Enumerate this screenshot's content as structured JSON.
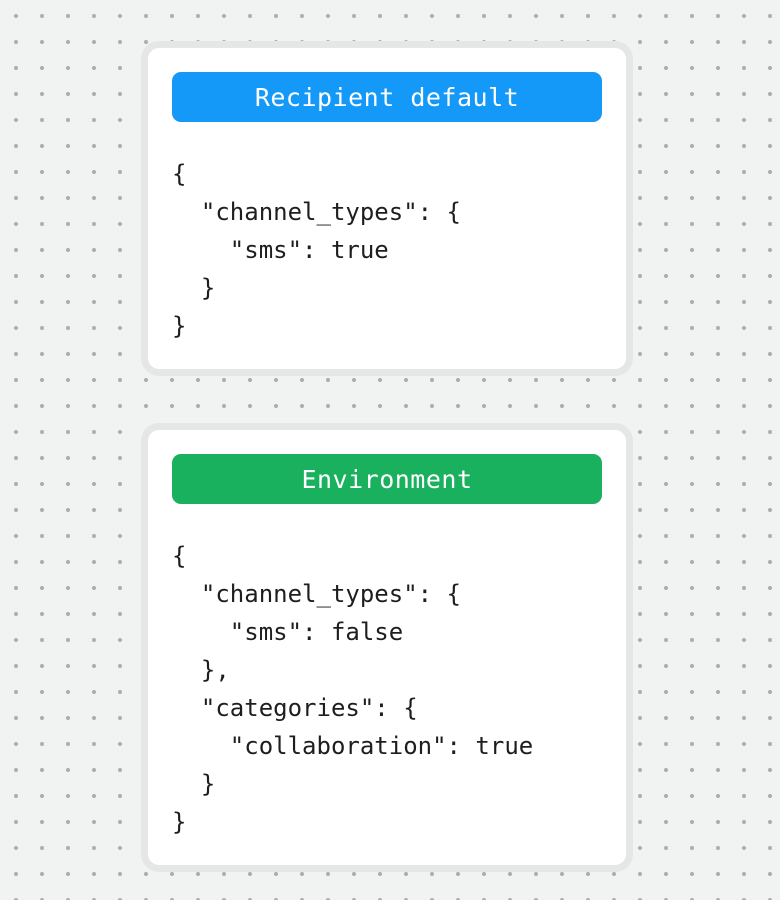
{
  "page": {
    "background_color": "#f1f2f2",
    "dot_color": "#aeaeae",
    "card_background": "#ffffff",
    "card_border_color": "#e5e6e6",
    "code_text_color": "#1e1e21"
  },
  "cards": [
    {
      "id": "recipient-default",
      "label": "Recipient default",
      "header_color": "#1499f8",
      "code_lines": [
        "{",
        "  \"channel_types\": {",
        "    \"sms\": true",
        "  }",
        "}"
      ]
    },
    {
      "id": "environment",
      "label": "Environment",
      "header_color": "#19b05e",
      "code_lines": [
        "{",
        "  \"channel_types\": {",
        "    \"sms\": false",
        "  },",
        "  \"categories\": {",
        "    \"collaboration\": true",
        "  }",
        "}"
      ]
    }
  ]
}
